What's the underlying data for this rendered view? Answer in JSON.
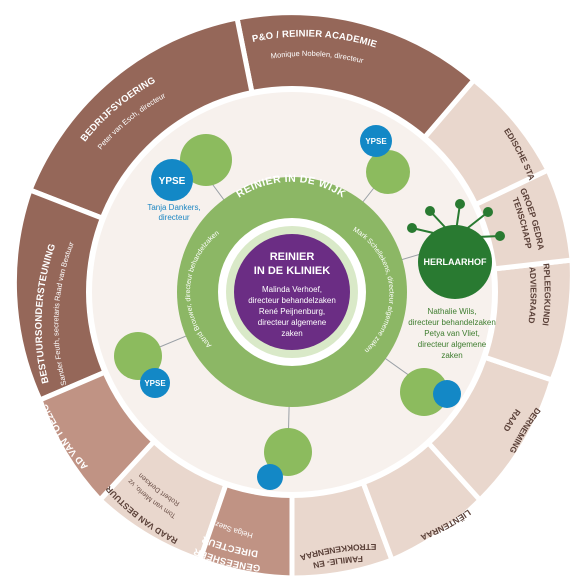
{
  "outer_segments": {
    "po": {
      "title": "P&O / REINIER ACADEMIE",
      "sub": "Monique Nobelen, directeur"
    },
    "bedrijfsvoering": {
      "title": "BEDRIJFSVOERING",
      "sub": "Peter van Esch, directeur"
    },
    "bestuursondersteuning": {
      "title": "BESTUURSONDERSTEUNING",
      "sub": "Sander Feuth, secretaris Raad van Bestuur"
    },
    "raad_van_toezicht": {
      "title": "RAAD VAN TOEZICHT"
    },
    "raad_van_bestuur": {
      "title": "RAAD VAN BESTUUR",
      "sub1": "Tom van Mierlo, vz",
      "sub2": "Robert Derksen"
    },
    "geneesheer": {
      "title1": "GENEESHEER",
      "title2": "DIRECTEUR",
      "sub": "Helga Saez"
    },
    "familie": {
      "title1": "FAMILIE- EN",
      "title2": "BETROKKENENRAAD"
    },
    "clientenraad": {
      "title": "CLIËNTENRAAD"
    },
    "ondernemingsraad": {
      "title1": "ONDERNEMINGS-",
      "title2": "RAAD"
    },
    "verpleegkundige": {
      "title1": "VERPLEEGKUNDIGE",
      "title2": "ADVIESRAAD"
    },
    "vakgroep": {
      "title1": "VAKGROEP GEDRAGS-",
      "title2": "WETENSCHAPPEN"
    },
    "medische_staf": {
      "title": "MEDISCHE STAF"
    }
  },
  "wijk": {
    "title": "REINIER IN  DE WIJK",
    "left_sub": "Astrid Brouwer, directeur behandelzaken",
    "right_sub": "Mark Schellekens, directeur algemene zaken"
  },
  "kliniek": {
    "title1": "REINIER",
    "title2": "IN DE KLINIEK",
    "lines": [
      "Malinda Verhoef,",
      "directeur behandelzaken",
      "René Peijnenburg,",
      "directeur algemene",
      "zaken"
    ]
  },
  "ypse": {
    "label": "YPSE",
    "caption1": "Tanja Dankers,",
    "caption2": "directeur"
  },
  "herlaarhof": {
    "label": "HERLAARHOF",
    "lines": [
      "Nathalie Wils,",
      "directeur behandelzaken",
      "Petya van Vliet,",
      "directeur algemene",
      "zaken"
    ]
  },
  "colors": {
    "outer_dark": "#956759",
    "outer_light": "#e8d5ca",
    "wijk_green": "#8cb765",
    "node_green": "#8cbb5e",
    "kliniek_purple": "#6b2d84",
    "ypse_blue": "#1388c6",
    "herlaarhof_green": "#297a31"
  }
}
